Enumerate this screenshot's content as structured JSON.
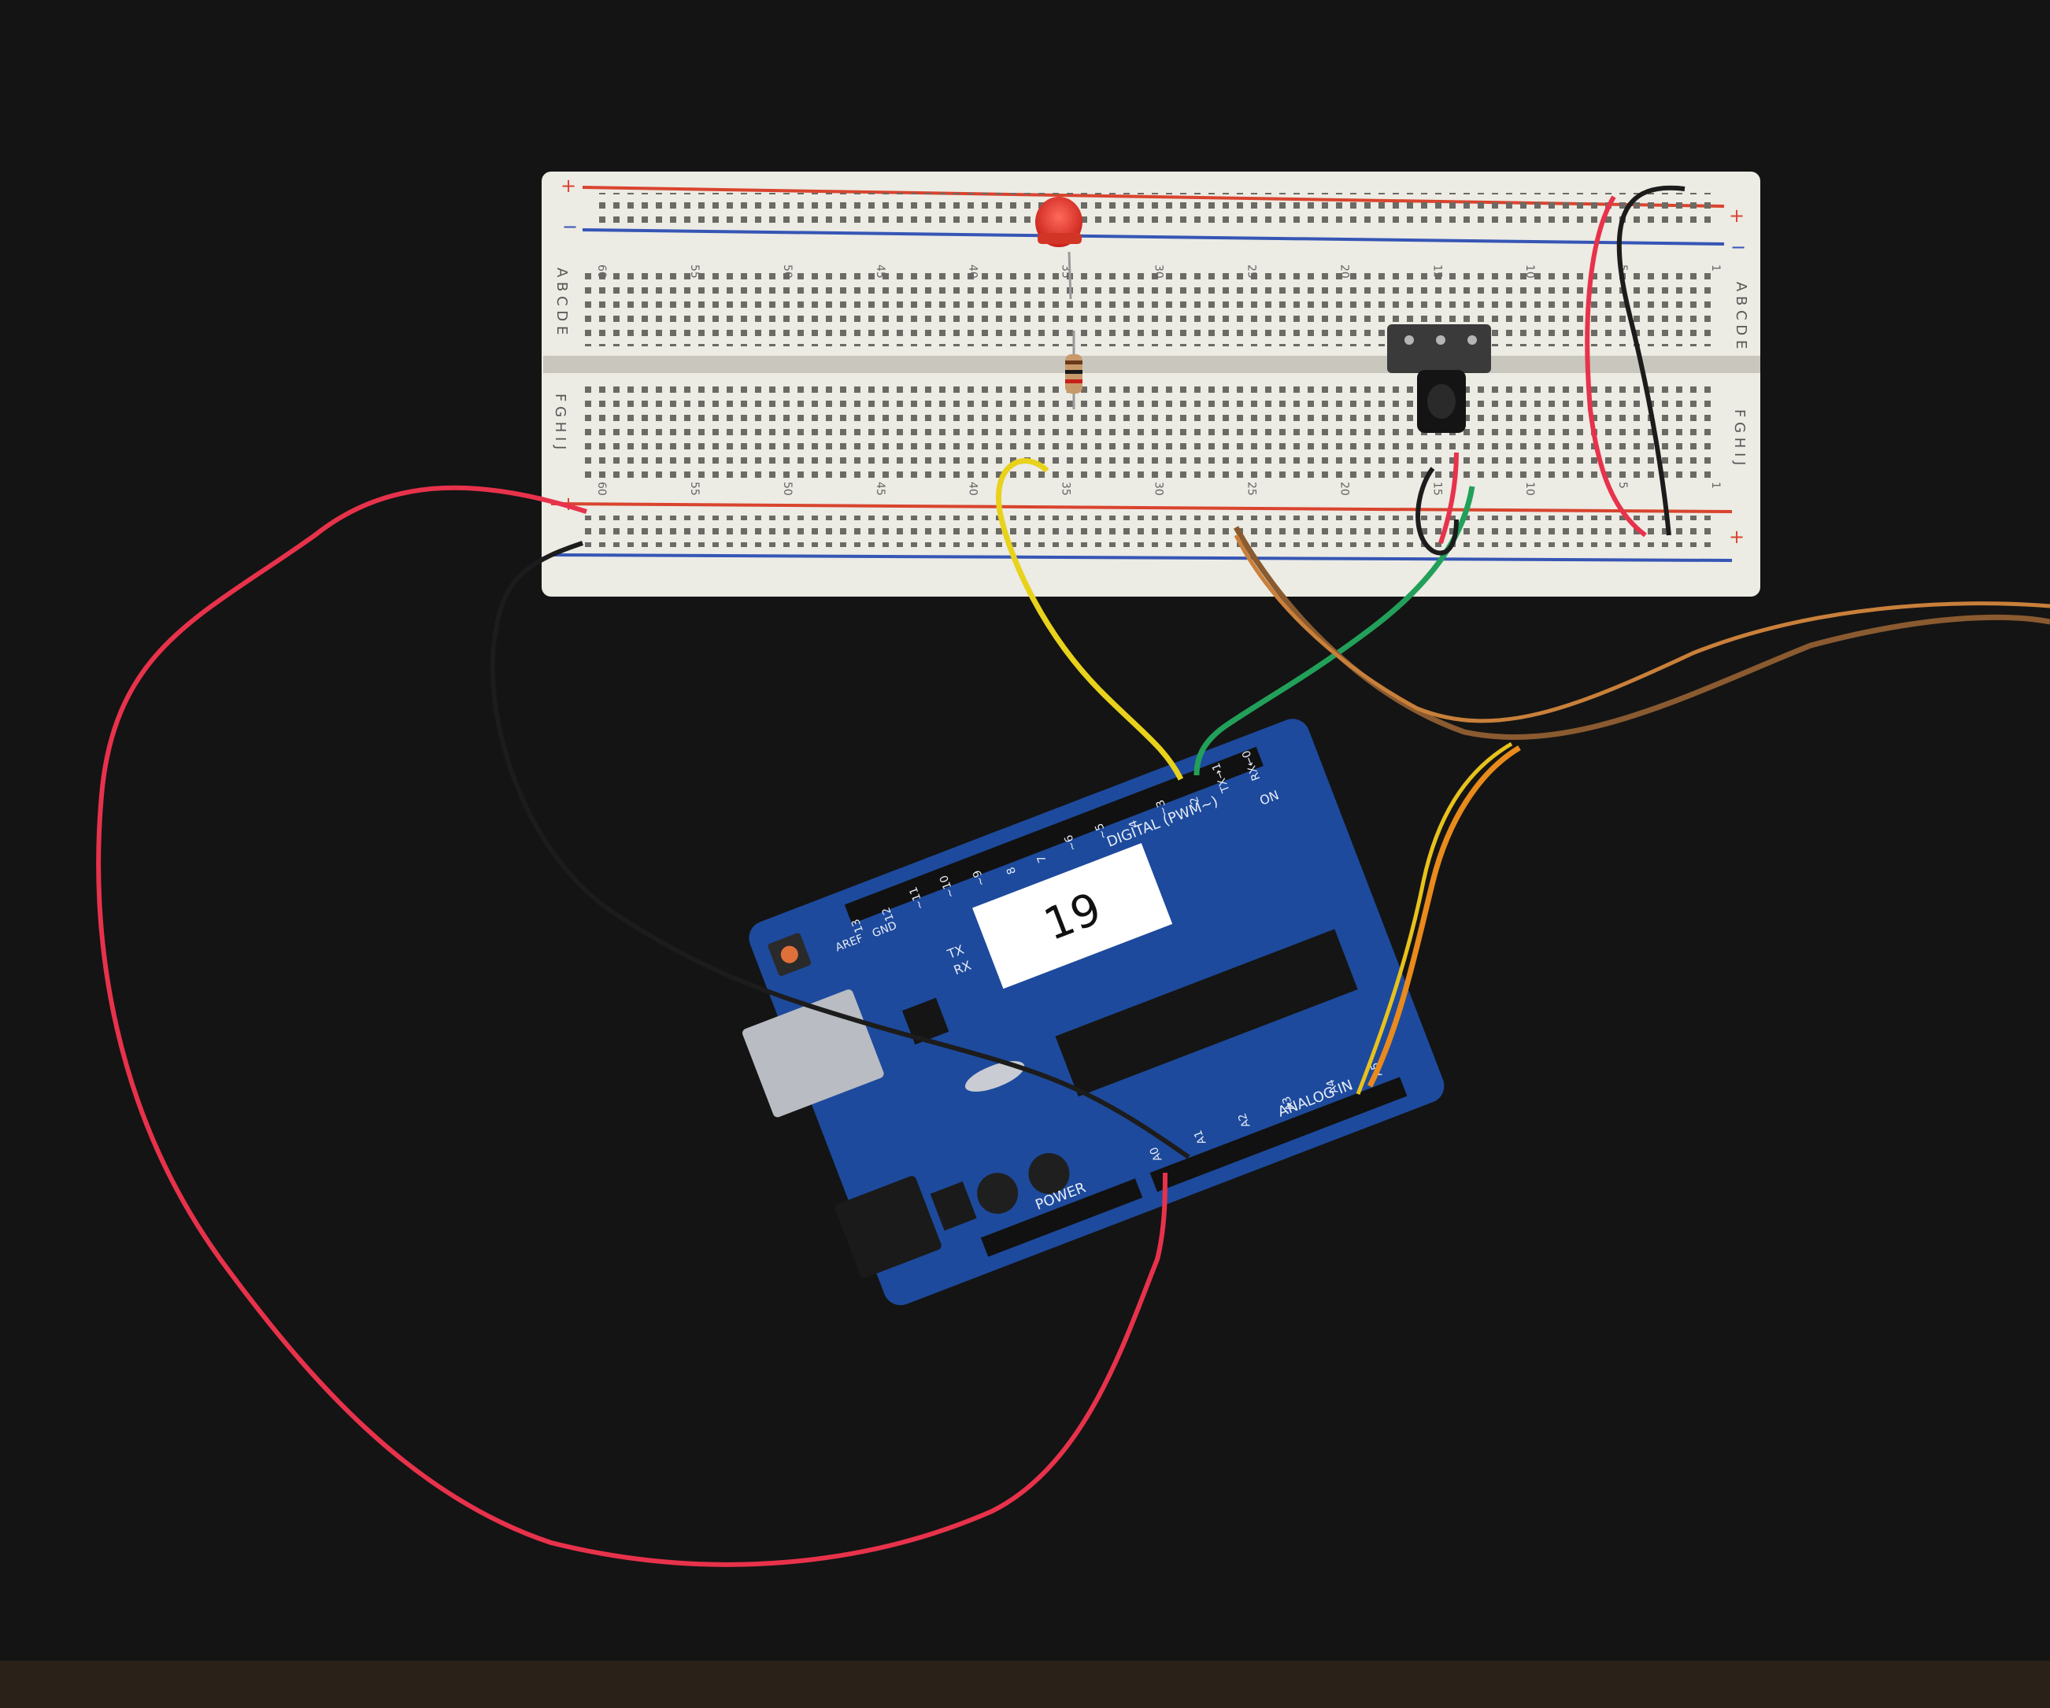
{
  "scene": {
    "background_color": "#131313",
    "breadboard": {
      "column_numbers_top": [
        "60",
        "55",
        "50",
        "45",
        "40",
        "35",
        "30",
        "25",
        "20",
        "15",
        "10",
        "5",
        "1"
      ],
      "column_numbers_bottom": [
        "60",
        "55",
        "50",
        "45",
        "40",
        "35",
        "30",
        "25",
        "20",
        "15",
        "10",
        "5",
        "1"
      ],
      "row_letters_top": "A B C D E",
      "row_letters_bottom": "F G H I J",
      "rail_plus": "+",
      "rail_minus": "−",
      "rail_red_color": "#d9442e",
      "rail_blue_color": "#3656b5"
    },
    "arduino": {
      "sticker_number": "19",
      "digital_label": "DIGITAL (PWM~)",
      "analog_label": "ANALOG IN",
      "power_label": "POWER",
      "on_label": "ON",
      "tx_label": "TX",
      "rx_label": "RX",
      "aref_label": "AREF",
      "gnd_label": "GND",
      "board_color": "#1d4a9c",
      "digital_pin_labels": [
        "13",
        "12",
        "~11",
        "~10",
        "~9",
        "8",
        "7",
        "~6",
        "~5",
        "4",
        "~3",
        "2",
        "TX→1",
        "RX←0"
      ],
      "analog_pin_labels": [
        "A0",
        "A1",
        "A2",
        "A3",
        "A4",
        "A5"
      ]
    },
    "wire_colors": {
      "red": "#e8324b",
      "black": "#1a1a1a",
      "yellow": "#e8d21c",
      "green": "#22a05a",
      "orange": "#e88a1c",
      "brown": "#8a5a30"
    }
  }
}
